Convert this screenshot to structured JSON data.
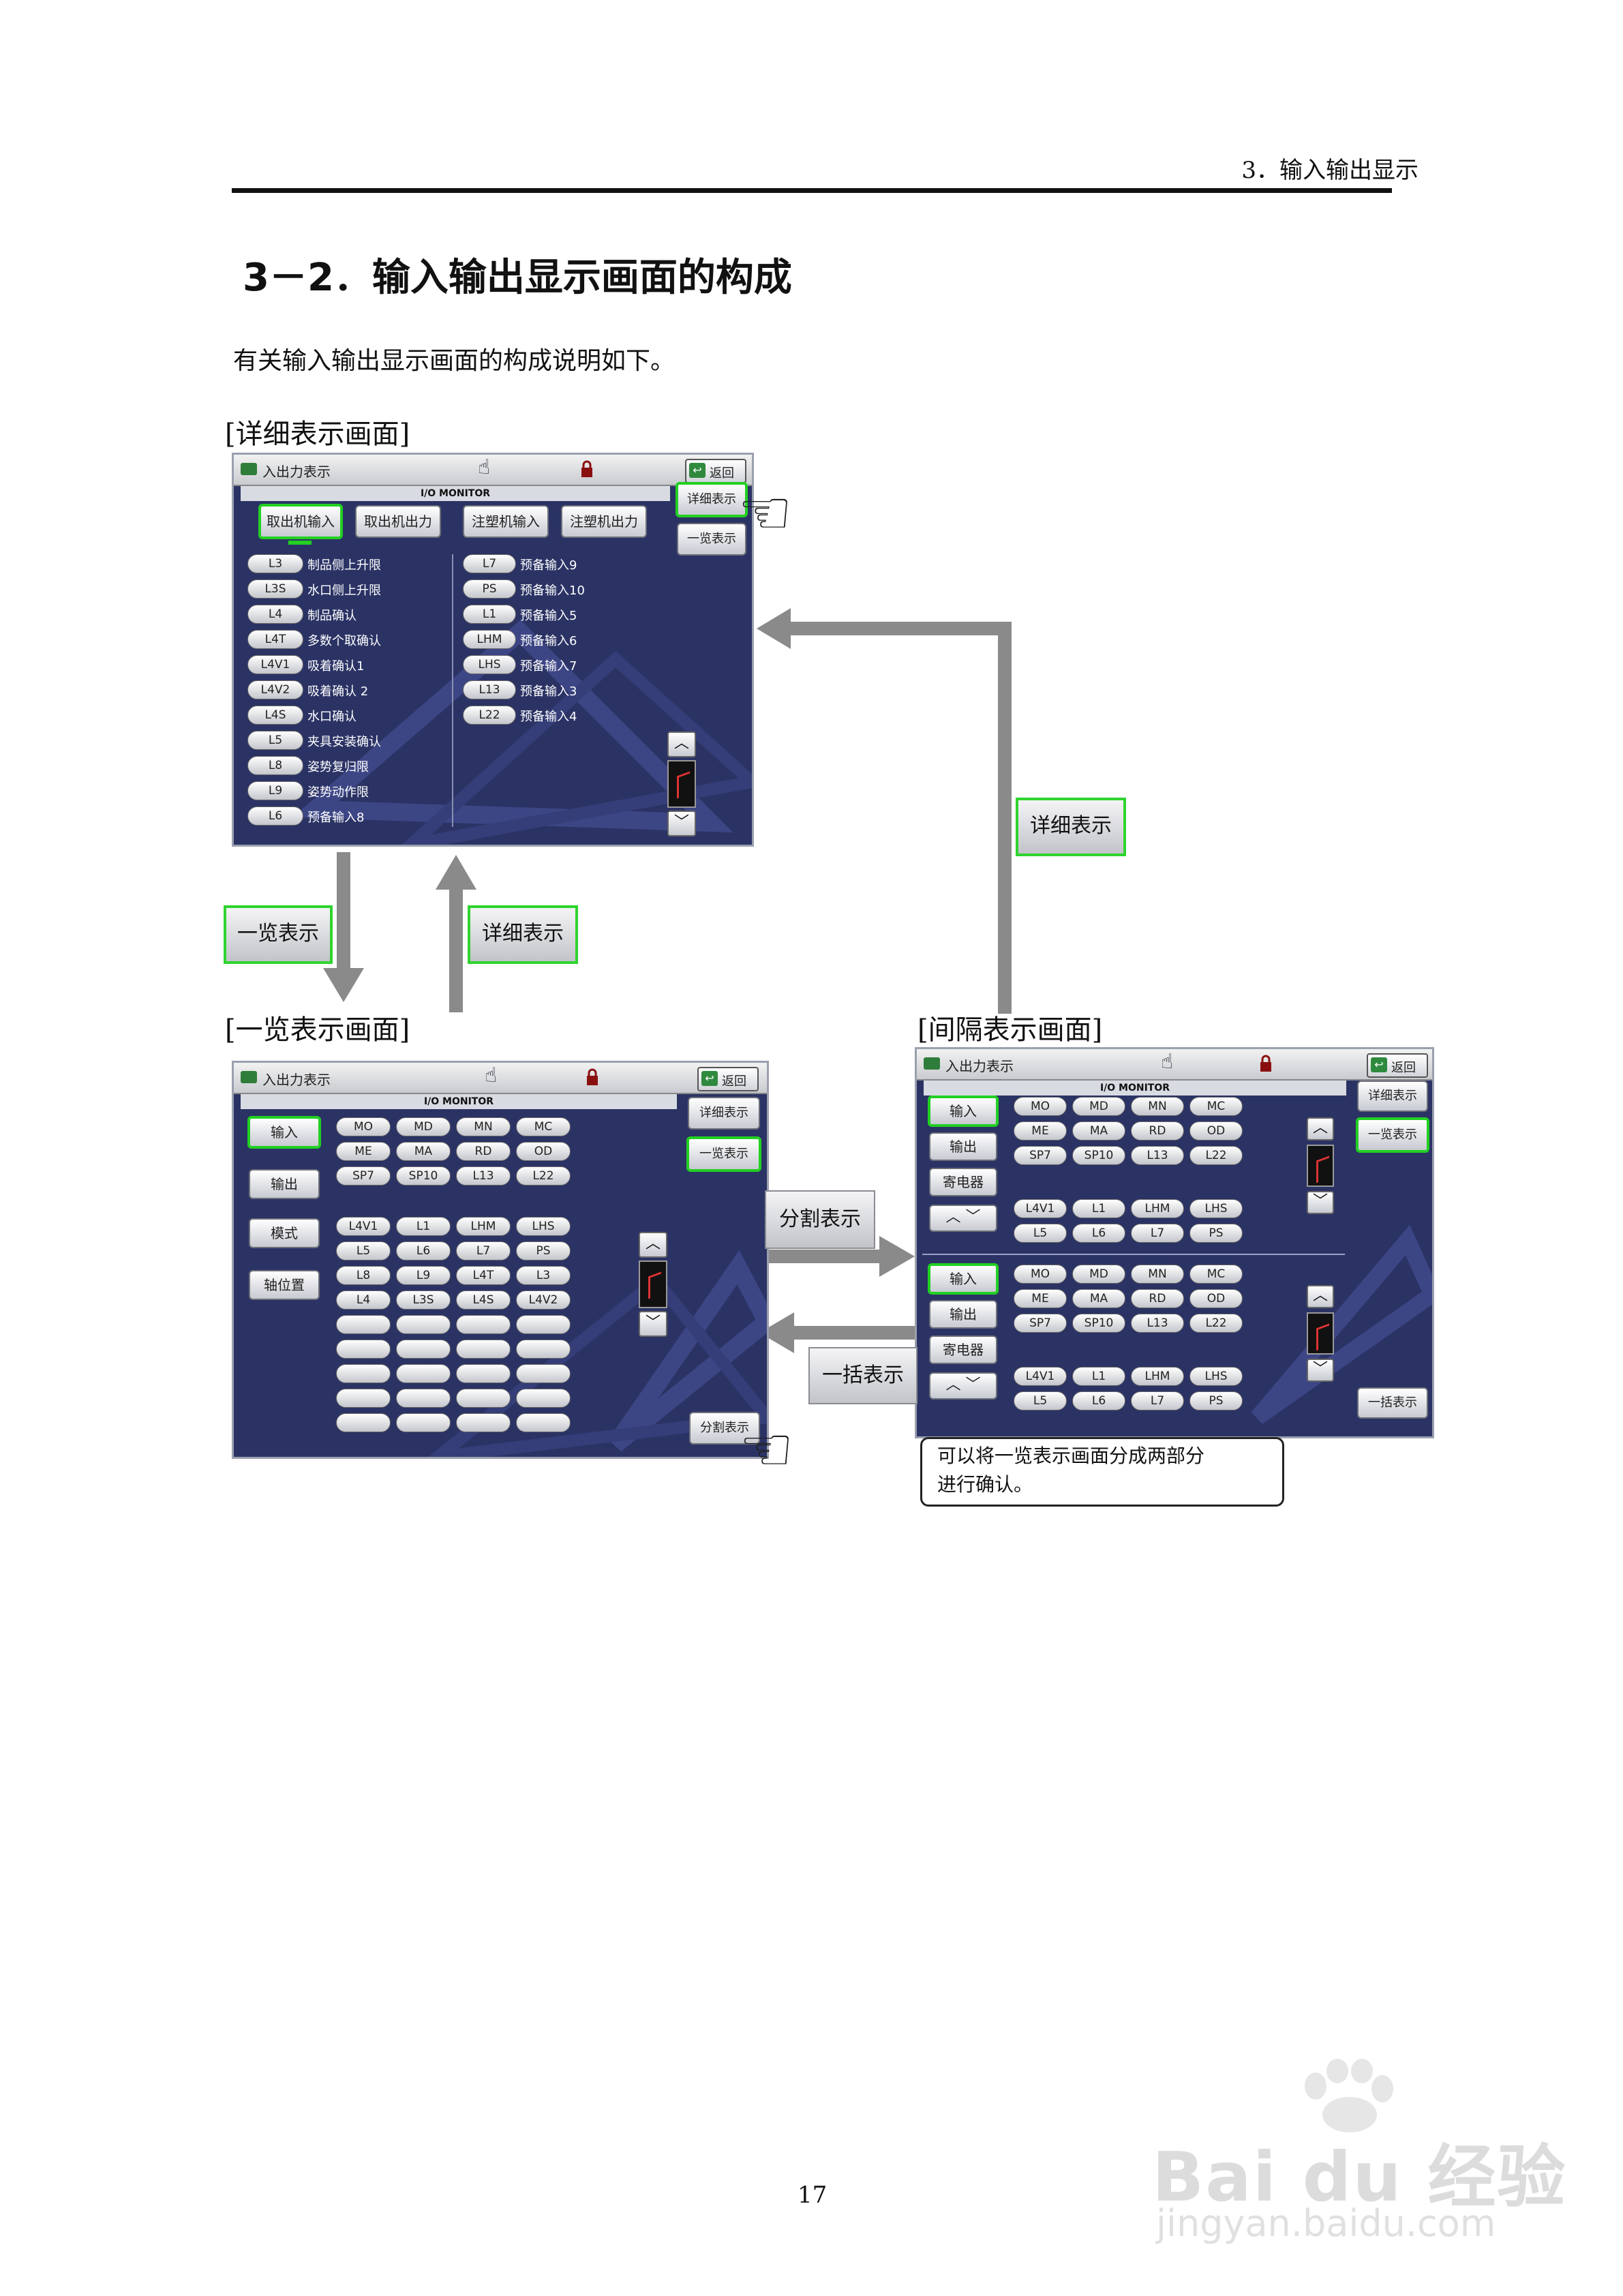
{
  "header": {
    "running_head": "3．输入输出显示"
  },
  "section": {
    "title": "3－2．输入输出显示画面的构成",
    "intro": "有关输入输出显示画面的构成说明如下。"
  },
  "captions": {
    "detail": "[详细表示画面]",
    "list": "[一览表示画面]",
    "split": "[间隔表示画面]"
  },
  "screen_common": {
    "title": "入出力表示",
    "io_monitor": "I/O MONITOR",
    "back": "返回"
  },
  "detail_screen": {
    "tabs": [
      "取出机输入",
      "取出机出力",
      "注塑机输入",
      "注塑机出力"
    ],
    "side_buttons": {
      "detail": "详细表示",
      "list": "一览表示"
    },
    "left_items": [
      {
        "code": "L3",
        "label": "制品侧上升限"
      },
      {
        "code": "L3S",
        "label": "水口侧上升限"
      },
      {
        "code": "L4",
        "label": "制品确认"
      },
      {
        "code": "L4T",
        "label": "多数个取确认"
      },
      {
        "code": "L4V1",
        "label": "吸着确认1"
      },
      {
        "code": "L4V2",
        "label": "吸着确认 2"
      },
      {
        "code": "L4S",
        "label": "水口确认"
      },
      {
        "code": "L5",
        "label": "夹具安装确认"
      },
      {
        "code": "L8",
        "label": "姿势复归限"
      },
      {
        "code": "L9",
        "label": "姿势动作限"
      },
      {
        "code": "L6",
        "label": "预备输入8"
      }
    ],
    "right_items": [
      {
        "code": "L7",
        "label": "预备输入9"
      },
      {
        "code": "PS",
        "label": "预备输入10"
      },
      {
        "code": "L1",
        "label": "预备输入5"
      },
      {
        "code": "LHM",
        "label": "预备输入6"
      },
      {
        "code": "LHS",
        "label": "预备输入7"
      },
      {
        "code": "L13",
        "label": "预备输入3"
      },
      {
        "code": "L22",
        "label": "预备输入4"
      }
    ]
  },
  "list_screen": {
    "left_buttons": [
      "输入",
      "输出",
      "模式",
      "轴位置"
    ],
    "side_buttons": {
      "detail": "详细表示",
      "list": "一览表示",
      "split": "分割表示"
    },
    "grid_top": [
      [
        "MO",
        "MD",
        "MN",
        "MC"
      ],
      [
        "ME",
        "MA",
        "RD",
        "OD"
      ],
      [
        "SP7",
        "SP10",
        "L13",
        "L22"
      ]
    ],
    "grid_mid": [
      [
        "L4V1",
        "L1",
        "LHM",
        "LHS"
      ],
      [
        "L5",
        "L6",
        "L7",
        "PS"
      ],
      [
        "L8",
        "L9",
        "L4T",
        "L3"
      ],
      [
        "L4",
        "L3S",
        "L4S",
        "L4V2"
      ]
    ]
  },
  "split_screen": {
    "left_buttons": [
      "输入",
      "输出",
      "寄电器"
    ],
    "side_buttons": {
      "detail": "详细表示",
      "list": "一览表示",
      "all": "一括表示"
    },
    "grid_a": [
      [
        "MO",
        "MD",
        "MN",
        "MC"
      ],
      [
        "ME",
        "MA",
        "RD",
        "OD"
      ],
      [
        "SP7",
        "SP10",
        "L13",
        "L22"
      ]
    ],
    "grid_b": [
      [
        "L4V1",
        "L1",
        "LHM",
        "LHS"
      ],
      [
        "L5",
        "L6",
        "L7",
        "PS"
      ]
    ]
  },
  "callouts": {
    "to_list": "一览表示",
    "to_detail_a": "详细表示",
    "to_detail_b": "详细表示",
    "to_split": "分割表示",
    "to_all": "一括表示"
  },
  "note": {
    "line1": "可以将一览表示画面分成两部分",
    "line2": "进行确认。"
  },
  "page_number": "17",
  "watermark": {
    "brand": "Bai du 经验",
    "url": "jingyan.baidu.com"
  },
  "colors": {
    "screen_bg": "#2a3263",
    "selected_border": "#22d022",
    "arrow": "#8a8a8a"
  }
}
